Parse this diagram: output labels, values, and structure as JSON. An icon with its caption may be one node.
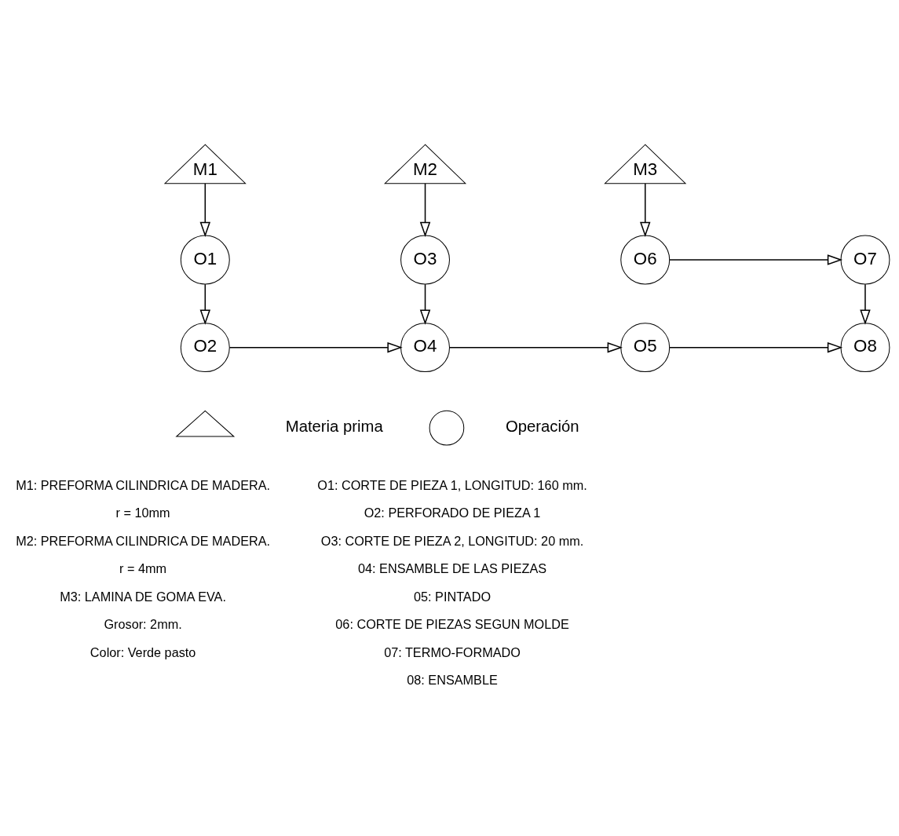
{
  "diagram": {
    "nodes": [
      {
        "text": [
          "M1"
        ]
      },
      {
        "text": [
          "M2"
        ]
      },
      {
        "text": [
          "M3"
        ]
      },
      {
        "text": [
          "O1"
        ]
      },
      {
        "text": [
          "O3"
        ]
      },
      {
        "text": [
          "O6"
        ]
      },
      {
        "text": [
          "O7"
        ]
      },
      {
        "text": [
          "O2"
        ]
      },
      {
        "text": [
          "O4"
        ]
      },
      {
        "text": [
          "O5"
        ]
      },
      {
        "text": [
          "O8"
        ]
      },
      {
        "text": [],
        "shape": "triangle"
      },
      {
        "text": [],
        "shape": "circle"
      }
    ],
    "edges": [
      {
        "from": 0,
        "to": 3,
        "arrow": "to"
      },
      {
        "from": 1,
        "to": 4,
        "arrow": "to"
      },
      {
        "from": 2,
        "to": 5,
        "arrow": "to"
      },
      {
        "from": 3,
        "to": 7,
        "arrow": "to"
      },
      {
        "from": 4,
        "to": 8,
        "arrow": "to"
      },
      {
        "from": 5,
        "to": 6,
        "arrow": "to"
      },
      {
        "from": 6,
        "to": 10,
        "arrow": "to"
      },
      {
        "from": 7,
        "to": 8,
        "arrow": "to"
      },
      {
        "from": 8,
        "to": 9,
        "arrow": "to"
      },
      {
        "from": 9,
        "to": 10,
        "arrow": "to"
      }
    ],
    "labels": [
      "M1: PREFORMA CILINDRICA DE MADERA.",
      "r = 10mm",
      "M2: PREFORMA CILINDRICA DE MADERA.",
      "r = 4mm",
      "M3: LAMINA DE GOMA EVA.",
      "Grosor: 2mm.",
      "Color: Verde pasto",
      "O1: CORTE DE PIEZA 1, LONGITUD: 160 mm.",
      "O2: PERFORADO DE PIEZA 1",
      "O3: CORTE DE PIEZA 2, LONGITUD: 20 mm.",
      "04: ENSAMBLE DE LAS PIEZAS",
      "05: PINTADO",
      "06: CORTE DE PIEZAS SEGUN MOLDE",
      "07: TERMO-FORMADO",
      "08: ENSAMBLE"
    ],
    "legend": [
      {
        "text": "Materia prima"
      },
      {
        "text": "Operación"
      }
    ]
  }
}
